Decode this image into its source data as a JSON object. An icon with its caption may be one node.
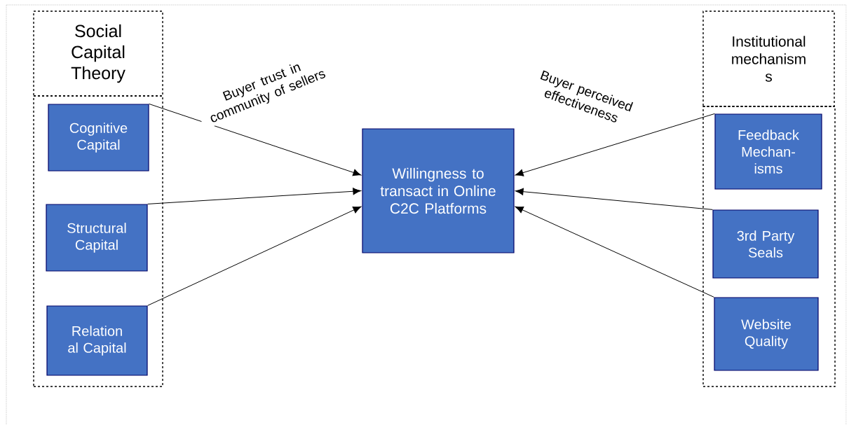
{
  "diagram": {
    "nodes": [
      {
        "text": [
          "Social Capital Theory"
        ]
      },
      {
        "text": [],
        "shape": "box"
      },
      {
        "text": [
          "Cognitive Capital"
        ],
        "in": 1
      },
      {
        "text": [
          "Structural Capital"
        ],
        "in": 1
      },
      {
        "text": [
          "Relation al Capital"
        ],
        "in": 1
      },
      {
        "text": [
          "Willingness to transact in Online C2C Platforms"
        ]
      },
      {
        "text": [
          "Institutional mechanism s"
        ]
      },
      {
        "text": [],
        "shape": "box"
      },
      {
        "text": [
          "Feedback Mechan- isms"
        ],
        "in": 7
      },
      {
        "text": [
          "3rd Party Seals"
        ],
        "in": 7
      },
      {
        "text": [
          "Website Quality"
        ],
        "in": 7
      }
    ],
    "edges": [
      {
        "from": 2,
        "to": 5,
        "arrow": "to",
        "label": "Buyer trust in community of sellers"
      },
      {
        "from": 3,
        "to": 5,
        "arrow": "to"
      },
      {
        "from": 4,
        "to": 5,
        "arrow": "to"
      },
      {
        "from": 8,
        "to": 5,
        "arrow": "to",
        "label": "Buyer perceived effectiveness"
      },
      {
        "from": 9,
        "to": 5,
        "arrow": "to"
      },
      {
        "from": 10,
        "to": 5,
        "arrow": "to"
      }
    ]
  }
}
